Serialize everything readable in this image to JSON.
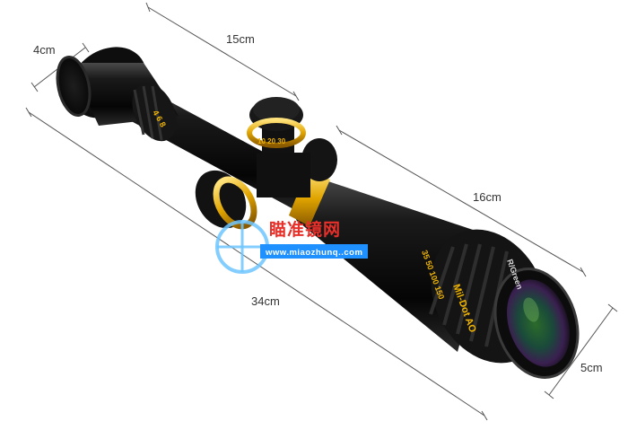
{
  "image": {
    "subject": "Rifle scope with dimension callouts",
    "background_color": "#ffffff",
    "accent_gold": "#f0b400",
    "body_color": "#111111"
  },
  "dimensions": {
    "eyepiece_diameter": "4cm",
    "eyepiece_to_turret": "15cm",
    "objective_section": "16cm",
    "total_length": "34cm",
    "objective_diameter": "5cm"
  },
  "engravings": {
    "objective_ring": "Mil-Dot AO",
    "objective_ring_2": "R/Green",
    "parallax_numbers": "35  50  100  150",
    "power_ring": "4  6  8",
    "turret_numbers": "10  20  30"
  },
  "watermark": {
    "chinese_text": "瞄准镜网",
    "url": "www.miaozhunq..com",
    "colors": {
      "red": "#e8302a",
      "blue": "#1e90ff"
    }
  }
}
